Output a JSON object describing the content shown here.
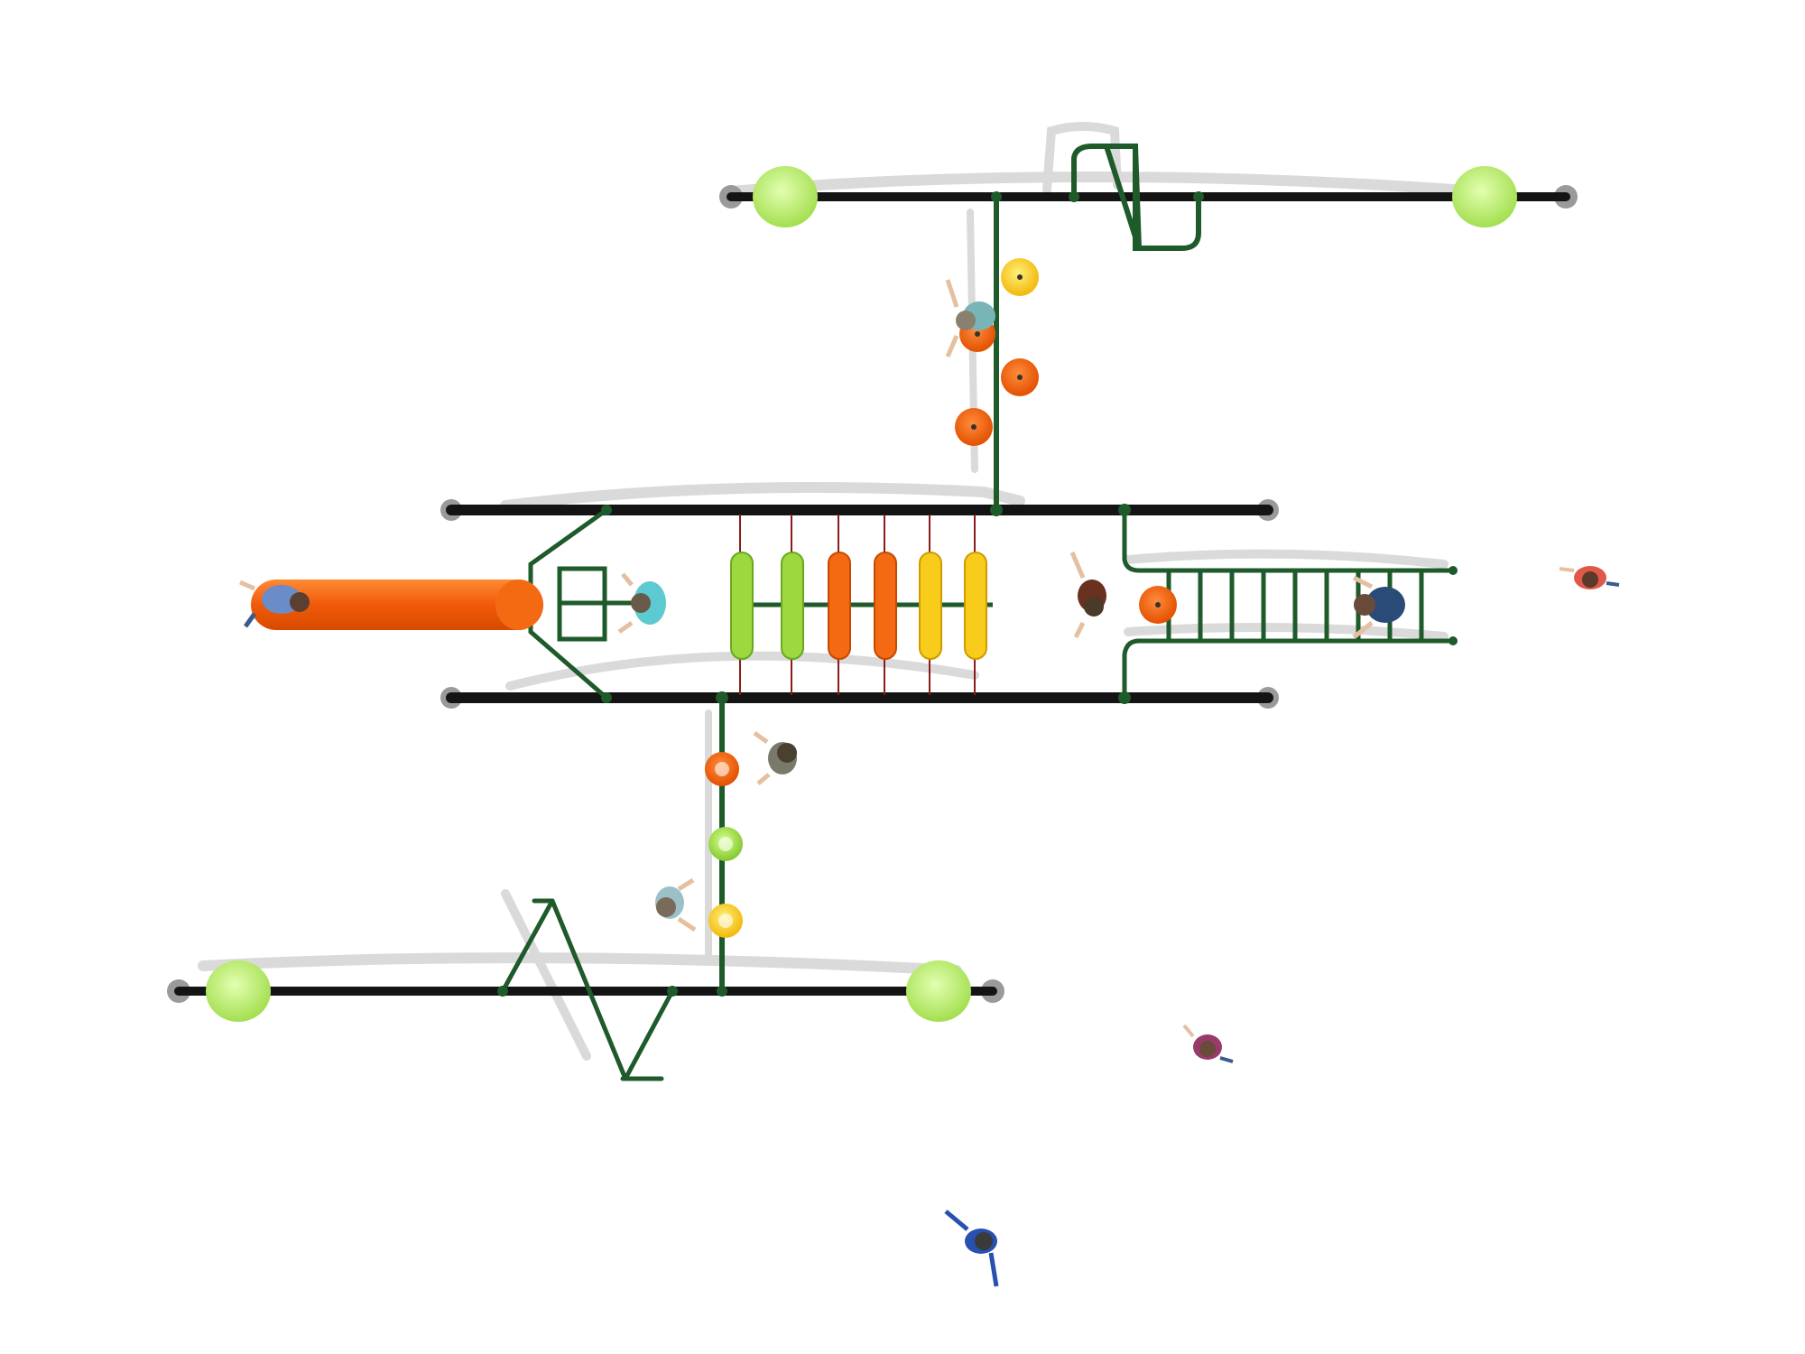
{
  "scene": {
    "type": "playground-top-view",
    "background": "#ffffff",
    "colors": {
      "post_black": "#141414",
      "frame_green": "#1e5a2a",
      "lime": "#b8ec6a",
      "orange": "#f46a12",
      "yellow": "#f8cc1a",
      "shadow": "#d6d6d6"
    }
  },
  "components": [
    "balance-beam-top",
    "stepping-pods-top",
    "main-structure",
    "slide",
    "wobble-ring-bridge",
    "horizontal-ladder",
    "stepping-pods-bottom",
    "balance-beam-bottom",
    "zigzag-climber",
    "children"
  ]
}
